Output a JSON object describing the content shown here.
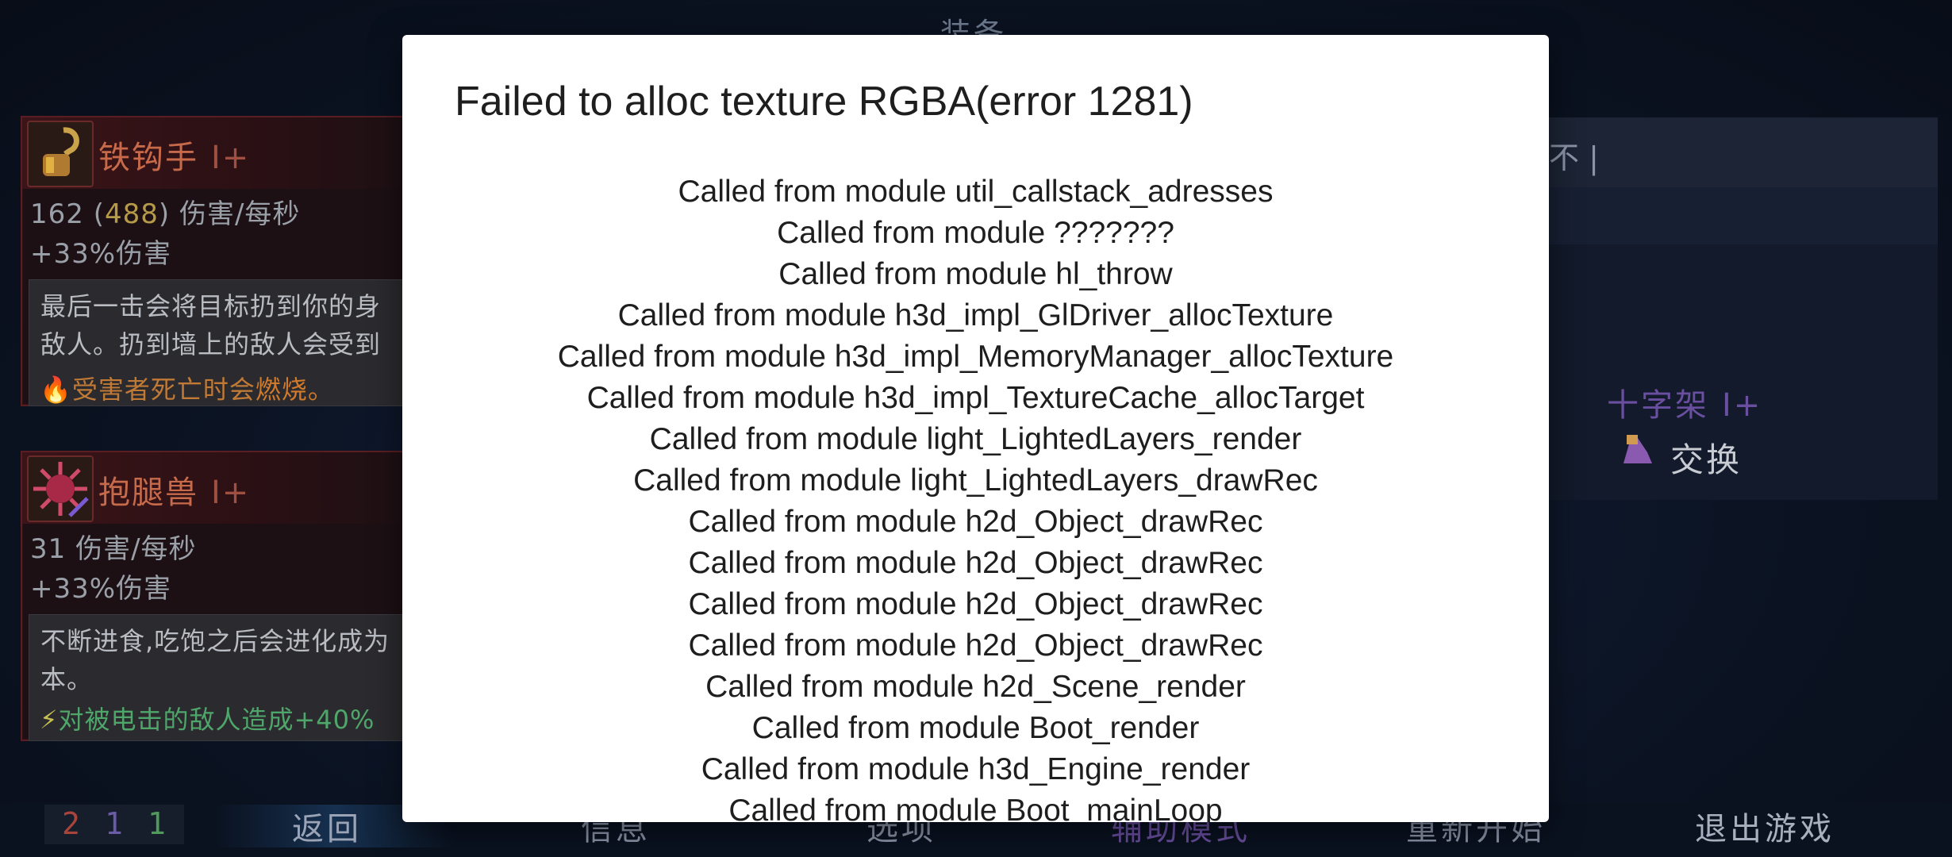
{
  "background": {
    "title": "装备",
    "cards": [
      {
        "name": "铁钩手",
        "tier": "I+",
        "dps_base": "162",
        "dps_alt": "488",
        "dps_unit": "伤害/每秒",
        "bonus": "+33%伤害",
        "desc": [
          "最后一击会将目标扔到你的身",
          "敌人。扔到墙上的敌人会受到"
        ],
        "effect_prefix": "受害者死亡时会",
        "effect_keyword": "燃烧。"
      },
      {
        "name": "抱腿兽",
        "tier": "I+",
        "dps": "31 伤害/每秒",
        "bonus": "+33%伤害",
        "desc": [
          "不断进食,吃饱之后会进化成为",
          "本。"
        ],
        "effect": "对被电击的敌人造成+40%"
      }
    ],
    "right_panel": {
      "title": "不 |",
      "item_name": "十字架",
      "item_tier": "I+",
      "swap_label": "交换"
    },
    "bottom": {
      "counts": [
        "2",
        "1",
        "1"
      ],
      "menu": [
        "返回",
        "信息",
        "选项",
        "辅助模式",
        "重新开始",
        "退出游戏"
      ]
    }
  },
  "colors": {
    "count_red": "#a8443a",
    "count_purple": "#6a5aa8",
    "count_green": "#4f9a5a",
    "assist_purple": "#6a4fa0"
  },
  "dialog": {
    "title": "Failed to alloc texture RGBA(error 1281)",
    "stack": [
      "Called from module util_callstack_adresses",
      "Called from module ???????",
      "Called from module hl_throw",
      "Called from module h3d_impl_GlDriver_allocTexture",
      "Called from module h3d_impl_MemoryManager_allocTexture",
      "Called from module h3d_impl_TextureCache_allocTarget",
      "Called from module light_LightedLayers_render",
      "Called from module light_LightedLayers_drawRec",
      "Called from module h2d_Object_drawRec",
      "Called from module h2d_Object_drawRec",
      "Called from module h2d_Object_drawRec",
      "Called from module h2d_Object_drawRec",
      "Called from module h2d_Scene_render",
      "Called from module Boot_render",
      "Called from module h3d_Engine_render",
      "Called from module Boot_mainLoop"
    ]
  }
}
